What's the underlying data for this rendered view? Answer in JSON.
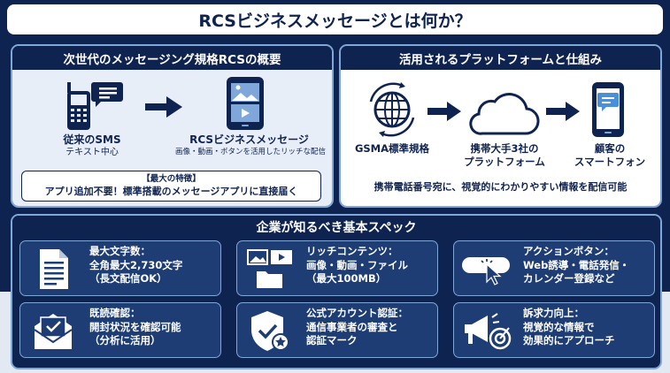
{
  "title": "RCSビジネスメッセージとは何か？",
  "overview": {
    "heading": "次世代のメッセージング規格RCSの概要",
    "sms_label": "従来のSMS",
    "sms_sub": "テキスト中心",
    "rcs_label": "RCSビジネスメッセージ",
    "rcs_sub": "画像・動画・ボタンを活用したリッチな配信",
    "feature_tag": "【最大の特徴】",
    "feature_text": "アプリ追加不要！標準搭載のメッセージアプリに直接届く"
  },
  "platform": {
    "heading": "活用されるプラットフォームと仕組み",
    "gsma_label": "GSMA標準規格",
    "carrier_line1": "携帯大手3社の",
    "carrier_line2": "プラットフォーム",
    "customer_line1": "顧客の",
    "customer_line2": "スマートフォン",
    "note": "携帯電話番号宛に、視覚的にわかりやすい情報を配信可能"
  },
  "specs": {
    "heading": "企業が知るべき基本スペック",
    "cards": [
      {
        "icon": "document-icon",
        "lines": [
          "最大文字数：",
          "全角最大2,730文字",
          "（長文配信OK）"
        ]
      },
      {
        "icon": "media-icon",
        "lines": [
          "リッチコンテンツ：",
          "画像・動画・ファイル",
          "（最大100MB）"
        ]
      },
      {
        "icon": "action-button-icon",
        "lines": [
          "アクションボタン：",
          "Web誘導・電話発信・",
          "カレンダー登録など"
        ]
      },
      {
        "icon": "envelope-check-icon",
        "lines": [
          "既読確認：",
          "開封状況を確認可能",
          "（分析に活用）"
        ]
      },
      {
        "icon": "shield-check-icon",
        "lines": [
          "公式アカウント認証：",
          "通信事業者の審査と",
          "認証マーク"
        ]
      },
      {
        "icon": "megaphone-target-icon",
        "lines": [
          "訴求力向上：",
          "視覚的な情報で",
          "効果的にアプローチ"
        ]
      }
    ]
  }
}
